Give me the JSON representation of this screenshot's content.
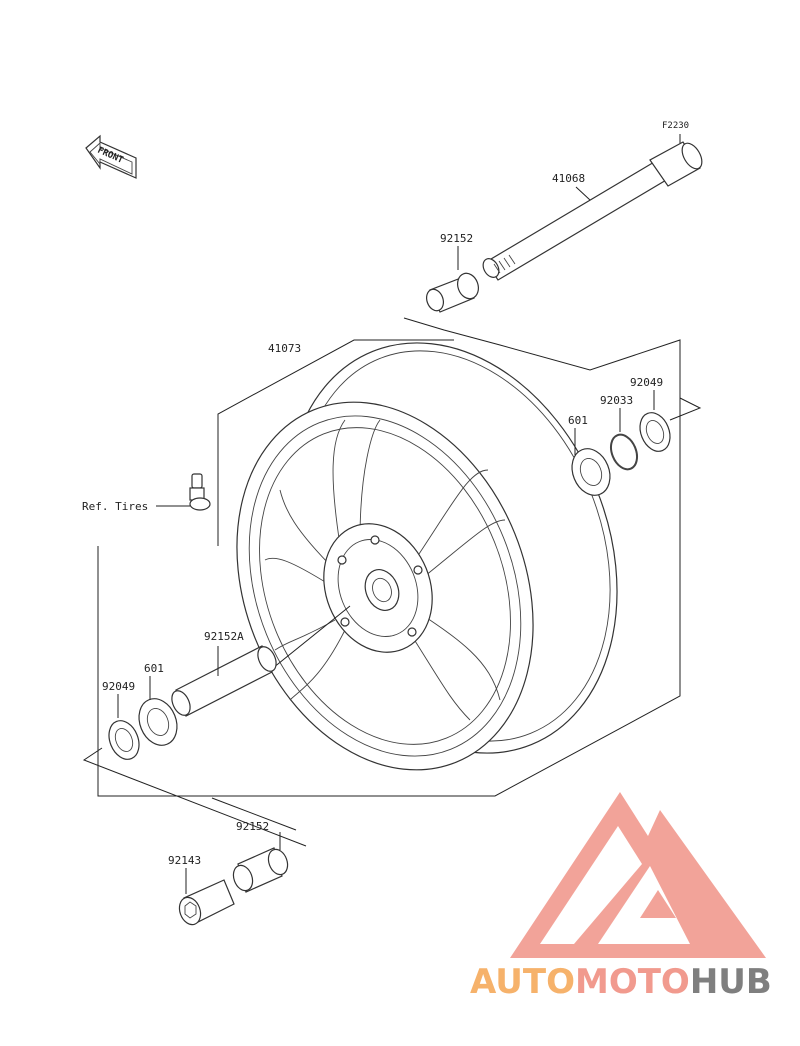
{
  "diagram": {
    "front_label": "FRONT",
    "figure_code": "F2230",
    "ref_note": "Ref. Tires",
    "part_labels": {
      "axle": "41068",
      "collar_top": "92152",
      "wheel": "41073",
      "seal_right": "92049",
      "circlip": "92033",
      "bearing_right": "601",
      "spacer_inner": "92152A",
      "bearing_left": "601",
      "seal_left": "92049",
      "collar_left": "92152",
      "axle_bolt": "92143"
    }
  },
  "watermark": {
    "brand_auto": "AUTO",
    "brand_moto": "MOTO",
    "brand_hub": "HUB",
    "colors": {
      "auto": "#f6b26b",
      "moto": "#f19a8e",
      "hub": "#7f7f7f",
      "logo": "#f19a8e"
    }
  }
}
